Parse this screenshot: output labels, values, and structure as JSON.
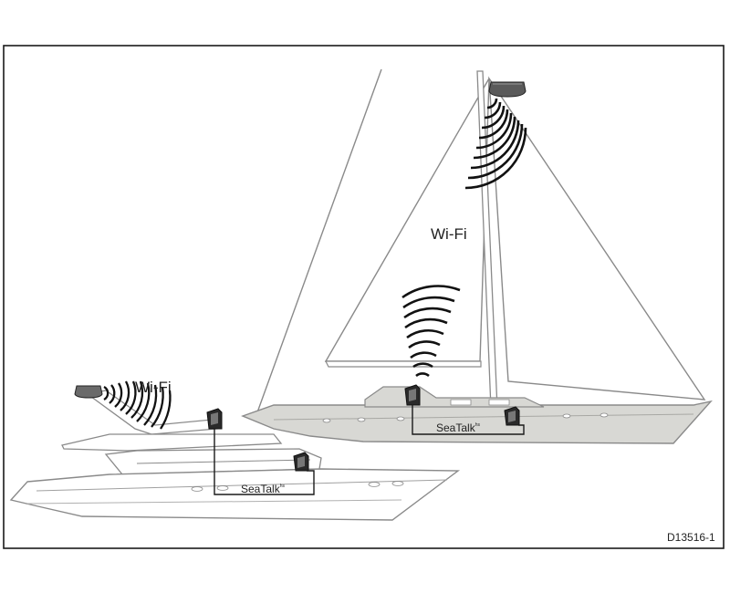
{
  "figure": {
    "ref": "D13516-1",
    "colors": {
      "frame": "#1a1a1a",
      "hull_gray": "#d8d8d4",
      "line": "#8a8a8a",
      "waves": "#111111"
    }
  },
  "sailboat": {
    "wifi_label": "Wi-Fi",
    "seatalk_label": "SeaTalk",
    "seatalk_sup": "hs",
    "icons": [
      "mast-router-icon",
      "bulkhead-unit-icon",
      "display-unit-icon"
    ]
  },
  "powerboat": {
    "wifi_label": "Wi-Fi",
    "seatalk_label": "SeaTalk",
    "seatalk_sup": "hs",
    "icons": [
      "radar-dome-icon",
      "flybridge-unit-icon",
      "helm-unit-icon"
    ]
  }
}
